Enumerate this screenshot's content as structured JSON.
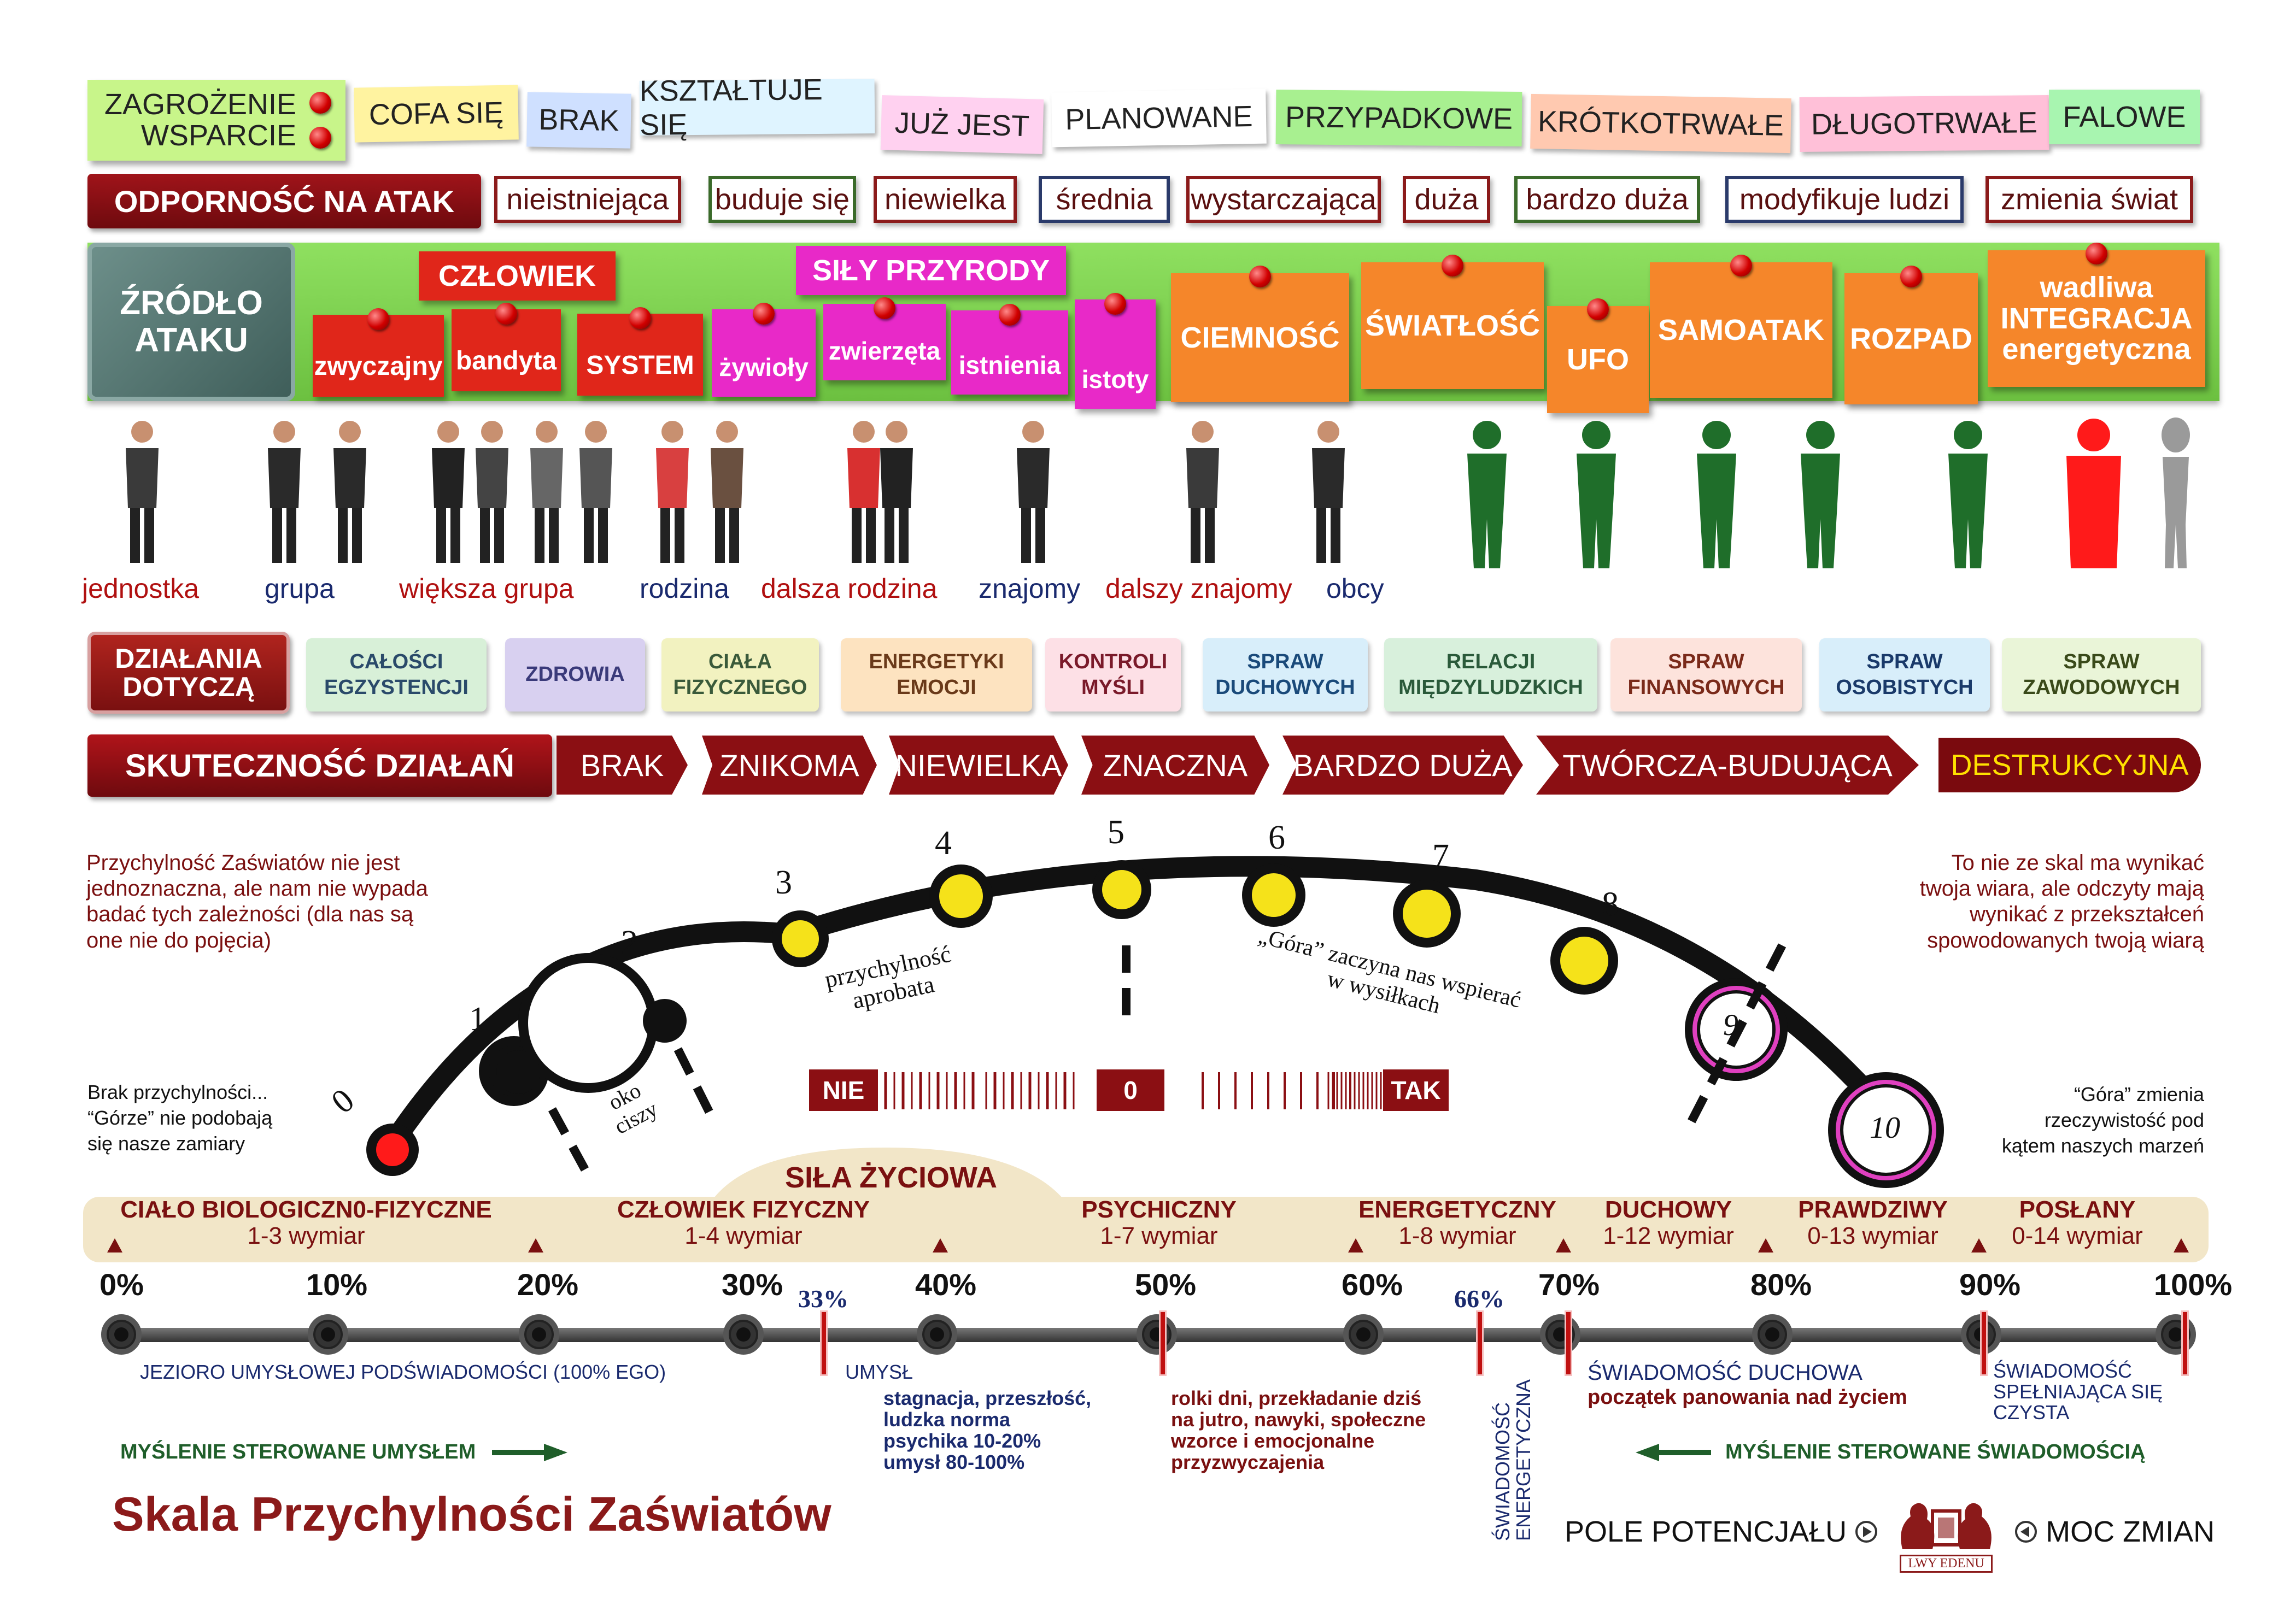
{
  "legend": {
    "threat": "ZAGROŻENIE",
    "support": "WSPARCIE",
    "tags": [
      "COFA SIĘ",
      "BRAK",
      "KSZTAŁTUJE SIĘ",
      "JUŻ JEST",
      "PLANOWANE",
      "PRZYPADKOWE",
      "KRÓTKOTRWAŁE",
      "DŁUGOTRWAŁE",
      "FALOWE"
    ],
    "colors": [
      "#fff3a0",
      "#cfe0ff",
      "#dff4ff",
      "#ffd1f0",
      "#ffffff",
      "#a8f090",
      "#ffc9b0",
      "#ffc0d8",
      "#a8f5b0"
    ]
  },
  "resistance": {
    "title": "ODPORNOŚĆ NA ATAK",
    "levels": [
      "nieistniejąca",
      "buduje się",
      "niewielka",
      "średnia",
      "wystarczająca",
      "duża",
      "bardzo duża",
      "modyfikuje ludzi",
      "zmienia świat"
    ]
  },
  "source": {
    "title_line1": "ŹRÓDŁO",
    "title_line2": "ATAKU",
    "group_human": "CZŁOWIEK",
    "group_nature": "SIŁY PRZYRODY",
    "human": [
      "zwyczajny",
      "bandyta",
      "SYSTEM"
    ],
    "nature": [
      "żywioły",
      "zwierzęta",
      "istnienia",
      "istoty"
    ],
    "orange_line1": [
      "CIEMNOŚĆ",
      "ŚWIATŁOŚĆ",
      "UFO",
      "SAMOATAK",
      "ROZPAD",
      "wadliwa"
    ],
    "orange_line2": "INTEGRACJA",
    "orange_line3": "energetyczna"
  },
  "people": {
    "labels": [
      "jednostka",
      "grupa",
      "większa grupa",
      "rodzina",
      "dalsza rodzina",
      "znajomy",
      "dalszy znajomy",
      "obcy"
    ],
    "label_colors": [
      "#b01010",
      "#1a2a6e",
      "#b01010",
      "#1a2a6e",
      "#b01010",
      "#1a2a6e",
      "#b01010",
      "#1a2a6e"
    ]
  },
  "actions": {
    "title_line1": "DZIAŁANIA",
    "title_line2": "DOTYCZĄ",
    "domains": [
      {
        "l1": "CAŁOŚCI",
        "l2": "EGZYSTENCJI",
        "bg": "#d8f0d8",
        "fg": "#2a4a6a"
      },
      {
        "l1": "ZDROWIA",
        "l2": "",
        "bg": "#d8d0f0",
        "fg": "#3a3a7a"
      },
      {
        "l1": "CIAŁA",
        "l2": "FIZYCZNEGO",
        "bg": "#f2f2c0",
        "fg": "#3a5a3a"
      },
      {
        "l1": "ENERGETYKI",
        "l2": "EMOCJI",
        "bg": "#fde3c0",
        "fg": "#6a3a1a"
      },
      {
        "l1": "KONTROLI",
        "l2": "MYŚLI",
        "bg": "#fde0e6",
        "fg": "#7a1a2a"
      },
      {
        "l1": "SPRAW",
        "l2": "DUCHOWYCH",
        "bg": "#d8eefa",
        "fg": "#1a4a7a"
      },
      {
        "l1": "RELACJI",
        "l2": "MIĘDZYLUDZKICH",
        "bg": "#d8f0dc",
        "fg": "#2a5a3a"
      },
      {
        "l1": "SPRAW",
        "l2": "FINANSOWYCH",
        "bg": "#fde3dc",
        "fg": "#7a2a1a"
      },
      {
        "l1": "SPRAW",
        "l2": "OSOBISTYCH",
        "bg": "#d8eefa",
        "fg": "#1a3a6a"
      },
      {
        "l1": "SPRAW",
        "l2": "ZAWODOWYCH",
        "bg": "#eaf5d8",
        "fg": "#3a4a1a"
      }
    ]
  },
  "effectiveness": {
    "title": "SKUTECZNOŚĆ DZIAŁAŃ",
    "levels": [
      "BRAK",
      "ZNIKOMA",
      "NIEWIELKA",
      "ZNACZNA",
      "BARDZO DUŻA",
      "TWÓRCZA-BUDUJĄCA"
    ],
    "destructive": "DESTRUKCYJNA"
  },
  "curve": {
    "numbers": [
      "0",
      "1",
      "2",
      "3",
      "4",
      "5",
      "6",
      "7",
      "8",
      "9",
      "10"
    ],
    "approval_line1": "przychylność",
    "approval_line2": "aprobata",
    "eye_line1": "oko",
    "eye_line2": "ciszy",
    "support_line1": "„Góra” zaczyna nas wspierać",
    "support_line2": "w wysiłkach",
    "scale_no": "NIE",
    "scale_zero": "0",
    "scale_yes": "TAK",
    "left_note": [
      "Przychylność Zaświatów nie jest",
      "jednoznaczna, ale nam nie wypada",
      "badać tych zależności (dla nas są",
      "one nie do pojęcia)"
    ],
    "right_note": [
      "To nie ze skal ma wynikać",
      "twoja wiara, ale odczyty mają",
      "wynikać z przekształceń",
      "spowodowanych twoją wiarą"
    ],
    "no_favor": [
      "Brak przychylności...",
      "“Górze” nie podobają",
      "się nasze zamiary"
    ],
    "mountain_changes": [
      "“Góra” zmienia",
      "rzeczywistość pod",
      "kątem naszych marzeń"
    ]
  },
  "lifeforce": {
    "title": "SIŁA ŻYCIOWA",
    "bands": [
      {
        "l1": "CIAŁO BIOLOGICZN0-FIZYCZNE",
        "l2": "1-3 wymiar"
      },
      {
        "l1": "CZŁOWIEK FIZYCZNY",
        "l2": "1-4 wymiar"
      },
      {
        "l1": "PSYCHICZNY",
        "l2": "1-7 wymiar"
      },
      {
        "l1": "ENERGETYCZNY",
        "l2": "1-8 wymiar"
      },
      {
        "l1": "DUCHOWY",
        "l2": "1-12 wymiar"
      },
      {
        "l1": "PRAWDZIWY",
        "l2": "0-13 wymiar"
      },
      {
        "l1": "POSŁANY",
        "l2": "0-14 wymiar"
      }
    ]
  },
  "percent": {
    "ticks": [
      "0%",
      "10%",
      "20%",
      "30%",
      "40%",
      "50%",
      "60%",
      "70%",
      "80%",
      "90%",
      "100%"
    ],
    "marker33": "33%",
    "marker66": "66%"
  },
  "notes": {
    "lake": "JEZIORO UMYSŁOWEJ PODŚWIADOMOŚCI (100% EGO)",
    "mind": "UMYSŁ",
    "stagnation": [
      "stagnacja, przeszłość,",
      "ludzka norma",
      "psychika 10-20%",
      "umysł 80-100%"
    ],
    "roles": [
      "rolki dni, przekładanie dziś",
      "na jutro, nawyki, społeczne",
      "wzorce i emocjonalne",
      "przyzwyczajenia"
    ],
    "energetic_line1": "ŚWIADOMOŚĆ",
    "energetic_line2": "ENERGETYCZNA",
    "spiritual": "ŚWIADOMOŚĆ DUCHOWA",
    "spiritual_sub": "początek panowania nad życiem",
    "fulfilling": [
      "ŚWIADOMOŚĆ",
      "SPEŁNIAJĄCA SIĘ",
      "CZYSTA"
    ],
    "mind_driven": "MYŚLENIE STEROWANE UMYSŁEM",
    "consciousness_driven": "MYŚLENIE STEROWANE ŚWIADOMOŚCIĄ"
  },
  "footer": {
    "title": "Skala Przychylności Zaświatów",
    "field": "POLE POTENCJAŁU",
    "power": "MOC ZMIAN",
    "logo_text": "LWY EDENU"
  }
}
